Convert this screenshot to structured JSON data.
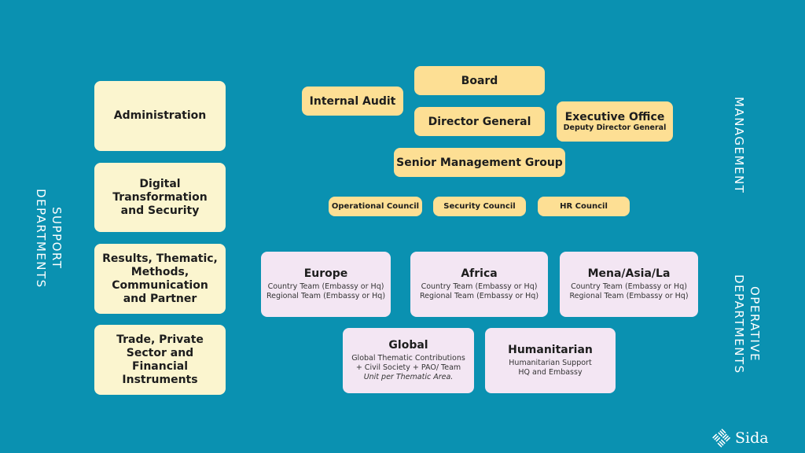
{
  "support": {
    "label": "SUPPORT DEPARTMENTS",
    "items": [
      "Administration",
      "Digital Transformation and Security",
      "Results, Thematic, Methods, Communication and Partner",
      "Trade, Private Sector and Financial Instruments"
    ]
  },
  "management": {
    "label": "MANAGEMENT",
    "board": "Board",
    "internal_audit": "Internal Audit",
    "director_general": "Director General",
    "executive_office": "Executive Office",
    "executive_office_sub": "Deputy Director General",
    "smg": "Senior Management Group",
    "councils": [
      "Operational Council",
      "Security Council",
      "HR Council"
    ]
  },
  "operative": {
    "label": "OPERATIVE DEPARTMENTS",
    "depts": [
      {
        "title": "Europe",
        "lines": [
          "Country Team (Embassy or Hq)",
          "Regional Team (Embassy or Hq)"
        ]
      },
      {
        "title": "Africa",
        "lines": [
          "Country Team (Embassy or Hq)",
          "Regional Team (Embassy or Hq)"
        ]
      },
      {
        "title": "Mena/Asia/La",
        "lines": [
          "Country Team (Embassy or Hq)",
          "Regional Team (Embassy or Hq)"
        ]
      },
      {
        "title": "Global",
        "lines": [
          "Global Thematic Contributions",
          "+ Civil Society + PAO/ Team",
          "Unit per Thematic Area."
        ]
      },
      {
        "title": "Humanitarian",
        "lines": [
          "Humanitarian Support",
          "HQ and Embassy"
        ]
      }
    ]
  },
  "logo": "Sida",
  "colors": {
    "background": "#0a91b1",
    "support": "#fbf5cf",
    "management": "#fddf94",
    "operative": "#f3e6f3"
  }
}
